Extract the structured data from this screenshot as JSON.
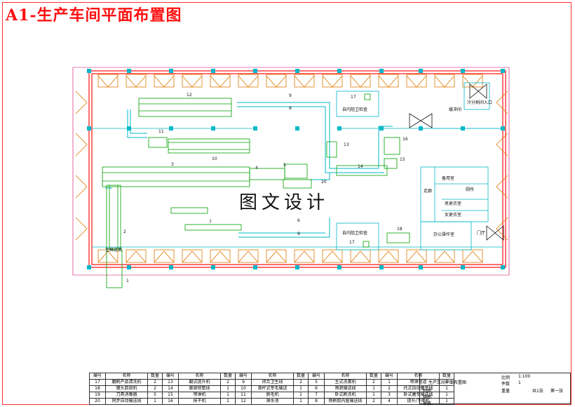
{
  "title": "A1-生产车间平面布置图",
  "watermark": "图文设计",
  "rooms": {
    "office_corridor": "冷分割间入口",
    "passage": "缓冲间",
    "inspect_top": "自内阻卫检查",
    "inspect_bottom": "自内阻卫检查",
    "storage": "备用室",
    "washroom": "厕所",
    "locker_m": "男更衣室",
    "locker_f": "女更衣室",
    "office": "办公操作室",
    "hall": "走廊",
    "door": "门厅",
    "entry": "生鲜进港"
  },
  "machine_numbers": [
    "12",
    "9",
    "8",
    "11",
    "10",
    "17",
    "13",
    "16",
    "15",
    "14",
    "3",
    "4",
    "5",
    "20",
    "7",
    "6",
    "9",
    "18",
    "17",
    "2",
    "1"
  ],
  "bom": {
    "header": [
      "编号",
      "名称",
      "数量",
      "编号",
      "名称",
      "数量",
      "编号",
      "名称",
      "数量",
      "编号",
      "名称",
      "数量",
      "编号",
      "名称",
      "数量"
    ],
    "rows": [
      [
        "17",
        "磨刷产品清洗机",
        "2",
        "13",
        "翻式提升机",
        "2",
        "9",
        "闭合卫生线",
        "2",
        "5",
        "主式洗蛋机",
        "2",
        "1",
        "喷淋管道",
        "2"
      ],
      [
        "18",
        "猪头卸剖机",
        "2",
        "14",
        "脚部修整线",
        "1",
        "10",
        "滚杆式宰毛输送",
        "1",
        "6",
        "预剥输送线",
        "1",
        "2",
        "托式自动屠宰线",
        "1"
      ],
      [
        "19",
        "刀具消毒器",
        "5",
        "15",
        "喷淋机",
        "1",
        "11",
        "脱毛机",
        "1",
        "7",
        "卧式刷洗机",
        "1",
        "3",
        "卧式屠宰输送线",
        "1"
      ],
      [
        "20",
        "同步自动输送线",
        "1",
        "16",
        "抹干机",
        "1",
        "12",
        "淋水池",
        "1",
        "8",
        "侧刷取内脏输送线",
        "2",
        "4",
        "提升/下降机",
        "1"
      ]
    ]
  },
  "titleblock": {
    "drawing_name": "生产车间平面布置图",
    "scale_label": "比例",
    "scale": "1:100",
    "count_label": "件数",
    "count": "1",
    "weight_label": "重量",
    "total_label": "共1张",
    "sheet_label": "第一张",
    "drawn_label": "制图",
    "drawn2_label": "描图",
    "check_label": "审核"
  },
  "colors": {
    "title": "#ff1010",
    "wall": "#ff3030",
    "machine": "#00a000",
    "pipe": "#00b8c8",
    "window": "#e07800",
    "dim": "#d00060"
  }
}
